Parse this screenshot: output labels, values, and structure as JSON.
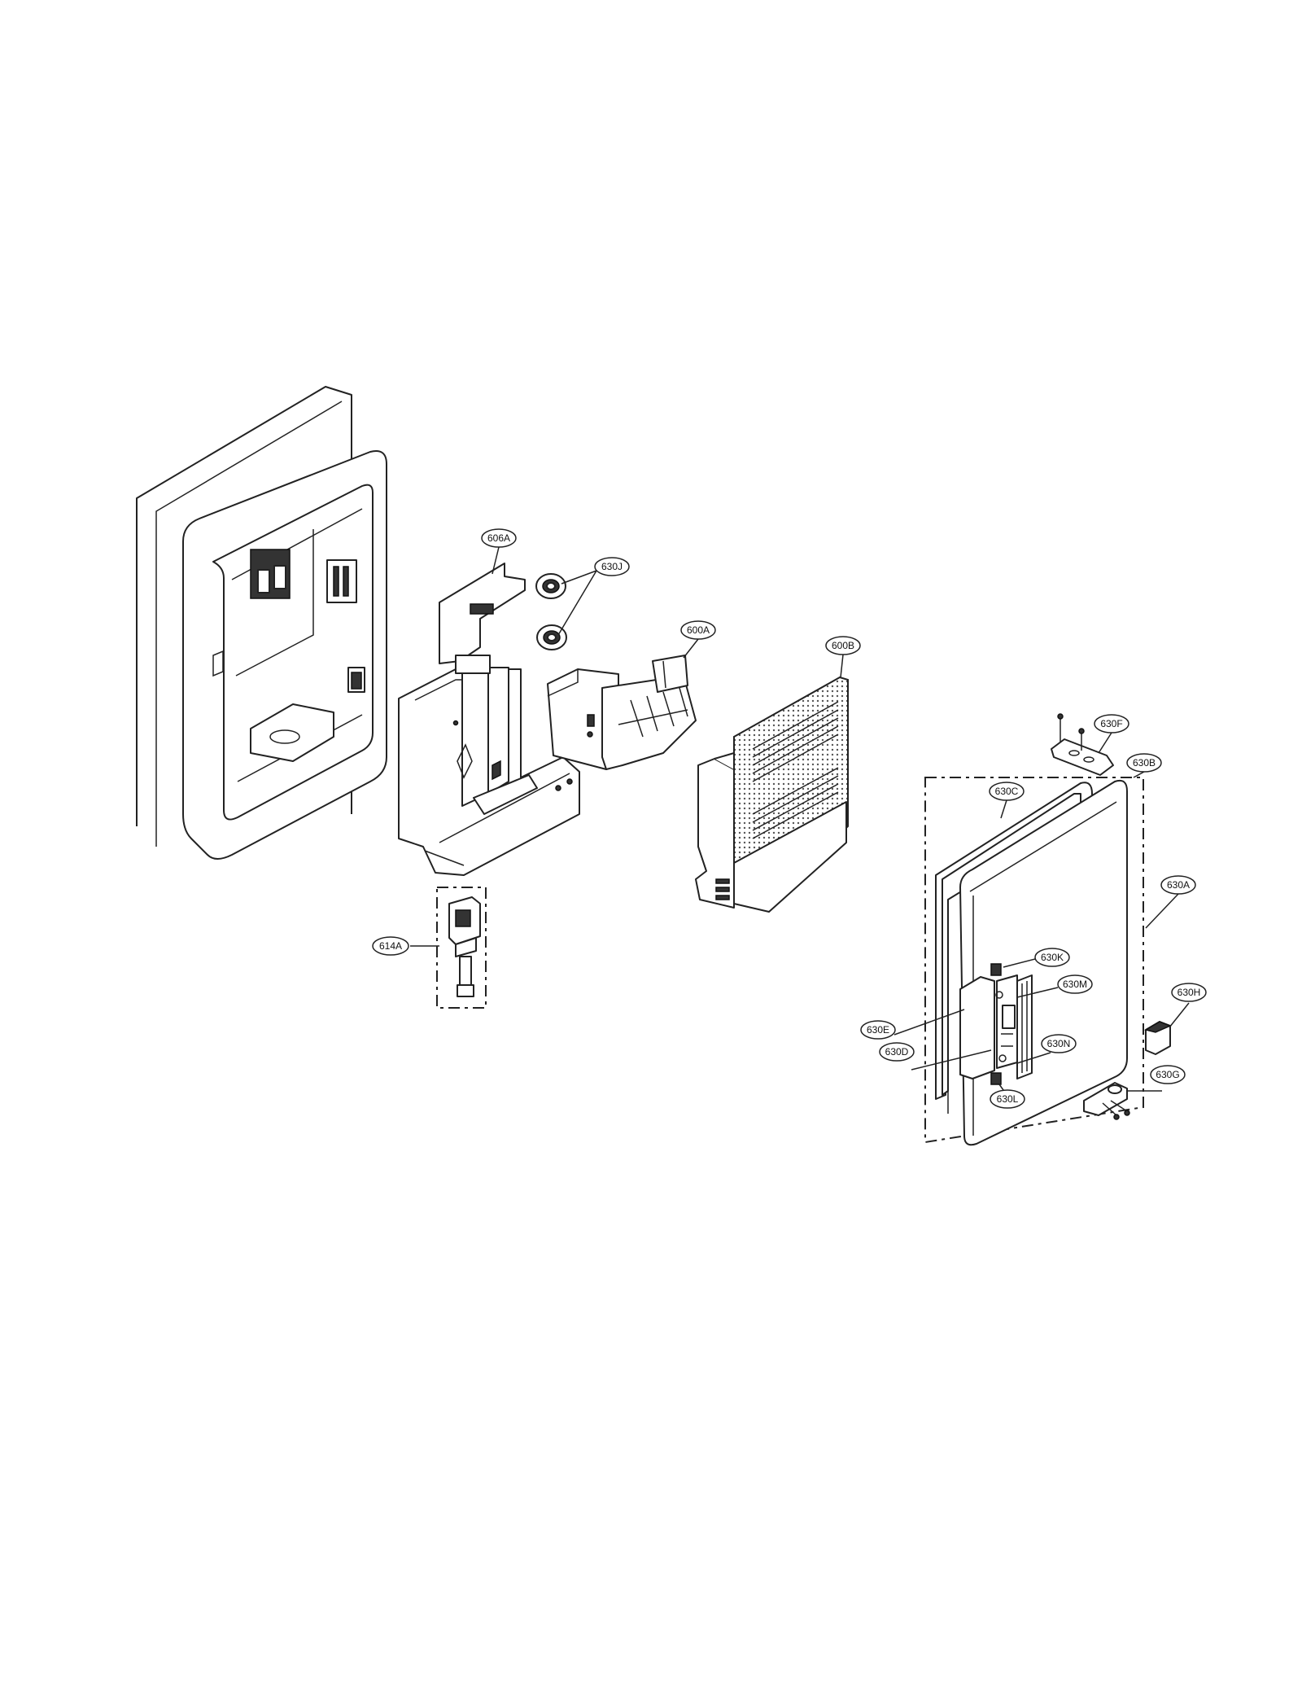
{
  "callouts": {
    "606A": "606A",
    "630J": "630J",
    "600A": "600A",
    "600B": "600B",
    "630F": "630F",
    "630B": "630B",
    "630C": "630C",
    "630A": "630A",
    "614A": "614A",
    "630K": "630K",
    "630M": "630M",
    "630H": "630H",
    "630E": "630E",
    "630N": "630N",
    "630D": "630D",
    "630G": "630G",
    "630L": "630L"
  }
}
